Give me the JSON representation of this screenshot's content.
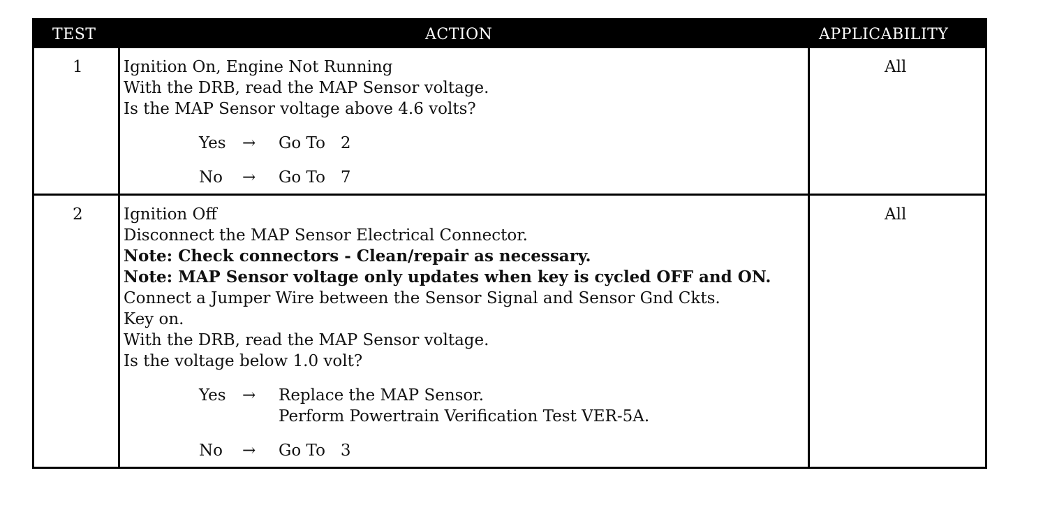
{
  "header": {
    "test": "TEST",
    "action": "ACTION",
    "applicability": "APPLICABILITY"
  },
  "rows": [
    {
      "test": "1",
      "applicability": "All",
      "lines": [
        "Ignition On, Engine Not Running",
        "With the DRB, read the MAP Sensor voltage.",
        "Is the MAP Sensor voltage above 4.6 volts?"
      ],
      "yes": {
        "label": "Yes",
        "arrow": "→",
        "action": "Go To   2"
      },
      "no": {
        "label": "No",
        "arrow": "→",
        "action": "Go To   7"
      }
    },
    {
      "test": "2",
      "applicability": "All",
      "lines": [
        "Ignition Off",
        "Disconnect the MAP Sensor Electrical Connector.",
        "Note: Check connectors - Clean/repair as necessary.",
        "Note: MAP Sensor voltage only updates when key is cycled OFF and ON.",
        "Connect a Jumper Wire between the Sensor Signal and Sensor Gnd Ckts.",
        "Key on.",
        "With the DRB, read the MAP Sensor voltage.",
        "Is the voltage below 1.0 volt?"
      ],
      "yes": {
        "label": "Yes",
        "arrow": "→",
        "action": "Replace the MAP Sensor.",
        "action2": "Perform Powertrain Verification Test VER-5A."
      },
      "no": {
        "label": "No",
        "arrow": "→",
        "action": "Go To   3"
      }
    }
  ]
}
